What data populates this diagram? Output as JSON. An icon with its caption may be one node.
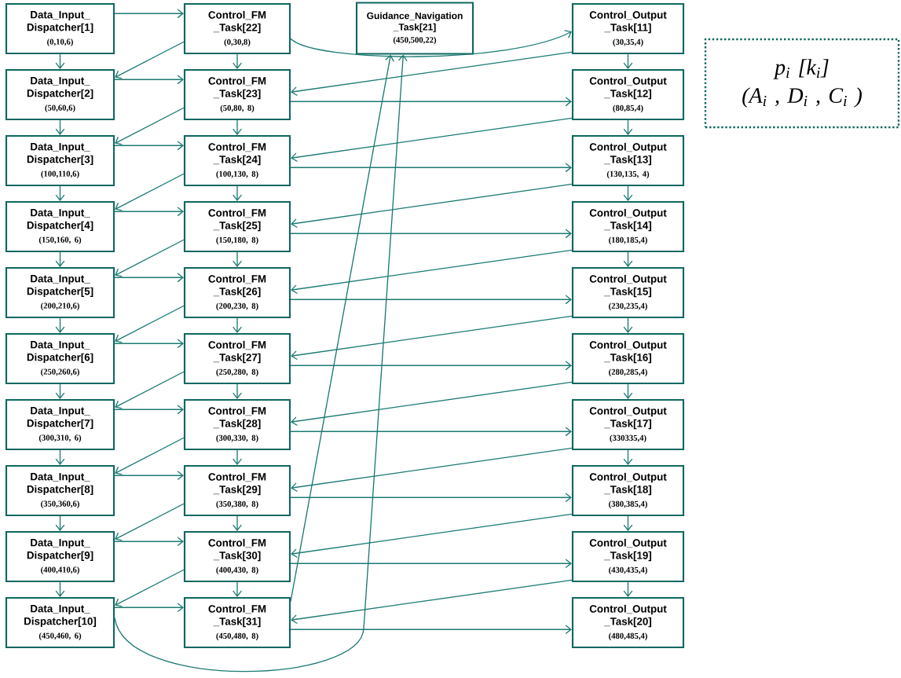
{
  "diagram": {
    "nodes": [
      {
        "text": [
          "Data_Input_ Dispatcher[1]",
          "(0,10,6)"
        ]
      },
      {
        "text": [
          "Data_Input_ Dispatcher[2]",
          "(50,60,6)"
        ]
      },
      {
        "text": [
          "Data_Input_ Dispatcher[3]",
          "(100,110,6)"
        ]
      },
      {
        "text": [
          "Data_Input_ Dispatcher[4]",
          "(150,160, 6)"
        ]
      },
      {
        "text": [
          "Data_Input_ Dispatcher[5]",
          "(200,210,6)"
        ]
      },
      {
        "text": [
          "Data_Input_ Dispatcher[6]",
          "(250,260,6)"
        ]
      },
      {
        "text": [
          "Data_Input_ Dispatcher[7]",
          "(300,310, 6)"
        ]
      },
      {
        "text": [
          "Data_Input_ Dispatcher[8]",
          "(350,360,6)"
        ]
      },
      {
        "text": [
          "Data_Input_ Dispatcher[9]",
          "(400,410,6)"
        ]
      },
      {
        "text": [
          "Data_Input_ Dispatcher[10]",
          "(450,460, 6)"
        ]
      },
      {
        "text": [
          "Control_FM _Task[22]",
          "(0,30,8)"
        ]
      },
      {
        "text": [
          "Control_FM _Task[23]",
          "(50,80, 8)"
        ]
      },
      {
        "text": [
          "Control_FM _Task[24]",
          "(100,130, 8)"
        ]
      },
      {
        "text": [
          "Control_FM _Task[25]",
          "(150,180, 8)"
        ]
      },
      {
        "text": [
          "Control_FM _Task[26]",
          "(200,230, 8)"
        ]
      },
      {
        "text": [
          "Control_FM _Task[27]",
          "(250,280, 8)"
        ]
      },
      {
        "text": [
          "Control_FM _Task[28]",
          "(300,330, 8)"
        ]
      },
      {
        "text": [
          "Control_FM _Task[29]",
          "(350,380, 8)"
        ]
      },
      {
        "text": [
          "Control_FM _Task[30]",
          "(400,430, 8)"
        ]
      },
      {
        "text": [
          "Control_FM _Task[31]",
          "(450,480, 8)"
        ]
      },
      {
        "text": [
          "Guidance_Navigation _Task[21]",
          "(450,500,22)"
        ]
      },
      {
        "text": [
          "Control_Output _Task[11]",
          "(30,35,4)"
        ]
      },
      {
        "text": [
          "Control_Output _Task[12]",
          "(80,85,4)"
        ]
      },
      {
        "text": [
          "Control_Output _Task[13]",
          "(130,135, 4)"
        ]
      },
      {
        "text": [
          "Control_Output _Task[14]",
          "(180,185,4)"
        ]
      },
      {
        "text": [
          "Control_Output _Task[15]",
          "(230,235,4)"
        ]
      },
      {
        "text": [
          "Control_Output _Task[16]",
          "(280,285,4)"
        ]
      },
      {
        "text": [
          "Control_Output _Task[17]",
          "(330335,4)"
        ]
      },
      {
        "text": [
          "Control_Output _Task[18]",
          "(380,385,4)"
        ]
      },
      {
        "text": [
          "Control_Output _Task[19]",
          "(430,435,4)"
        ]
      },
      {
        "text": [
          "Control_Output _Task[20]",
          "(480,485,4)"
        ]
      },
      {
        "text": [
          "p$_{i}$ [k$_{i}$]",
          "(A$_{i}$ , D$_{i}$ , C$_{i}$ )"
        ]
      }
    ],
    "edges": [
      {
        "from": 0,
        "to": 10,
        "arrow": "to"
      },
      {
        "from": 1,
        "to": 11,
        "arrow": "to"
      },
      {
        "from": 2,
        "to": 12,
        "arrow": "to"
      },
      {
        "from": 3,
        "to": 13,
        "arrow": "to"
      },
      {
        "from": 4,
        "to": 14,
        "arrow": "to"
      },
      {
        "from": 5,
        "to": 15,
        "arrow": "to"
      },
      {
        "from": 6,
        "to": 16,
        "arrow": "to"
      },
      {
        "from": 7,
        "to": 17,
        "arrow": "to"
      },
      {
        "from": 8,
        "to": 18,
        "arrow": "to"
      },
      {
        "from": 9,
        "to": 19,
        "arrow": "to"
      },
      {
        "from": 0,
        "to": 1,
        "arrow": "to"
      },
      {
        "from": 1,
        "to": 2,
        "arrow": "to"
      },
      {
        "from": 2,
        "to": 3,
        "arrow": "to"
      },
      {
        "from": 3,
        "to": 4,
        "arrow": "to"
      },
      {
        "from": 4,
        "to": 5,
        "arrow": "to"
      },
      {
        "from": 5,
        "to": 6,
        "arrow": "to"
      },
      {
        "from": 6,
        "to": 7,
        "arrow": "to"
      },
      {
        "from": 7,
        "to": 8,
        "arrow": "to"
      },
      {
        "from": 8,
        "to": 9,
        "arrow": "to"
      },
      {
        "from": 10,
        "to": 1,
        "arrow": "to"
      },
      {
        "from": 11,
        "to": 2,
        "arrow": "to"
      },
      {
        "from": 12,
        "to": 3,
        "arrow": "to"
      },
      {
        "from": 13,
        "to": 4,
        "arrow": "to"
      },
      {
        "from": 14,
        "to": 5,
        "arrow": "to"
      },
      {
        "from": 15,
        "to": 6,
        "arrow": "to"
      },
      {
        "from": 16,
        "to": 7,
        "arrow": "to"
      },
      {
        "from": 17,
        "to": 8,
        "arrow": "to"
      },
      {
        "from": 18,
        "to": 9,
        "arrow": "to"
      },
      {
        "from": 10,
        "to": 11,
        "arrow": "to"
      },
      {
        "from": 11,
        "to": 12,
        "arrow": "to"
      },
      {
        "from": 12,
        "to": 13,
        "arrow": "to"
      },
      {
        "from": 13,
        "to": 14,
        "arrow": "to"
      },
      {
        "from": 14,
        "to": 15,
        "arrow": "to"
      },
      {
        "from": 15,
        "to": 16,
        "arrow": "to"
      },
      {
        "from": 16,
        "to": 17,
        "arrow": "to"
      },
      {
        "from": 17,
        "to": 18,
        "arrow": "to"
      },
      {
        "from": 18,
        "to": 19,
        "arrow": "to"
      },
      {
        "from": 10,
        "to": 21,
        "arrow": "to"
      },
      {
        "from": 11,
        "to": 22,
        "arrow": "to"
      },
      {
        "from": 12,
        "to": 23,
        "arrow": "to"
      },
      {
        "from": 13,
        "to": 24,
        "arrow": "to"
      },
      {
        "from": 14,
        "to": 25,
        "arrow": "to"
      },
      {
        "from": 15,
        "to": 26,
        "arrow": "to"
      },
      {
        "from": 16,
        "to": 27,
        "arrow": "to"
      },
      {
        "from": 17,
        "to": 28,
        "arrow": "to"
      },
      {
        "from": 18,
        "to": 29,
        "arrow": "to"
      },
      {
        "from": 19,
        "to": 30,
        "arrow": "to"
      },
      {
        "from": 21,
        "to": 11,
        "arrow": "to"
      },
      {
        "from": 22,
        "to": 12,
        "arrow": "to"
      },
      {
        "from": 23,
        "to": 13,
        "arrow": "to"
      },
      {
        "from": 24,
        "to": 14,
        "arrow": "to"
      },
      {
        "from": 25,
        "to": 15,
        "arrow": "to"
      },
      {
        "from": 26,
        "to": 16,
        "arrow": "to"
      },
      {
        "from": 27,
        "to": 17,
        "arrow": "to"
      },
      {
        "from": 28,
        "to": 18,
        "arrow": "to"
      },
      {
        "from": 29,
        "to": 19,
        "arrow": "to"
      },
      {
        "from": 21,
        "to": 22,
        "arrow": "to"
      },
      {
        "from": 22,
        "to": 23,
        "arrow": "to"
      },
      {
        "from": 23,
        "to": 24,
        "arrow": "to"
      },
      {
        "from": 24,
        "to": 25,
        "arrow": "to"
      },
      {
        "from": 25,
        "to": 26,
        "arrow": "to"
      },
      {
        "from": 26,
        "to": 27,
        "arrow": "to"
      },
      {
        "from": 27,
        "to": 28,
        "arrow": "to"
      },
      {
        "from": 28,
        "to": 29,
        "arrow": "to"
      },
      {
        "from": 29,
        "to": 30,
        "arrow": "to"
      },
      {
        "from": 19,
        "to": 20,
        "arrow": "to"
      },
      {
        "from": 9,
        "to": 20,
        "arrow": "to"
      }
    ]
  }
}
